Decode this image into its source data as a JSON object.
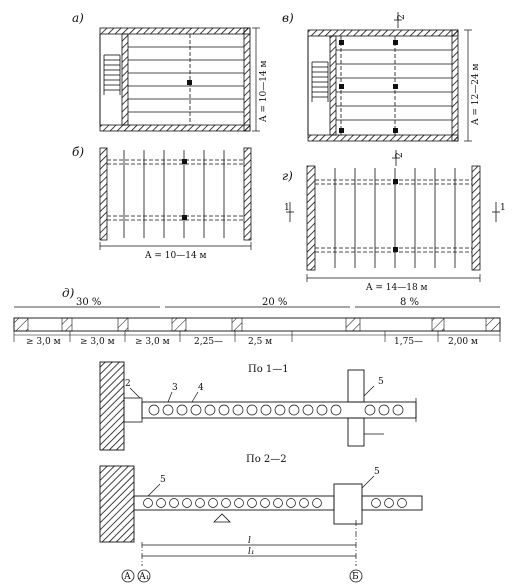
{
  "panels": {
    "a": {
      "letter": "а)",
      "dim": "A = 10—14 м"
    },
    "b": {
      "letter": "б)",
      "dim": "A = 10—14 м"
    },
    "v": {
      "letter": "в)",
      "dim": "A = 12—24 м",
      "mark": "2"
    },
    "g": {
      "letter": "г)",
      "dim": "A = 14—18 м",
      "mark_left": "1",
      "mark_right": "1",
      "mark_top": "2"
    }
  },
  "strip": {
    "letter": "д)",
    "percents": [
      "30 %",
      "20 %",
      "8 %"
    ],
    "segments": [
      "≥ 3,0 м",
      "≥ 3,0 м",
      "≥ 3,0 м",
      "2,25—",
      "2,5 м",
      "1,75—",
      "2,00 м"
    ]
  },
  "section11": {
    "title": "По 1—1",
    "callouts": [
      "2",
      "3",
      "4",
      "5"
    ]
  },
  "section22": {
    "title": "По 2—2",
    "callouts": [
      "5",
      "5"
    ],
    "dims": [
      "l",
      "l₁"
    ],
    "axes": [
      "А",
      "А₁",
      "Б"
    ]
  }
}
